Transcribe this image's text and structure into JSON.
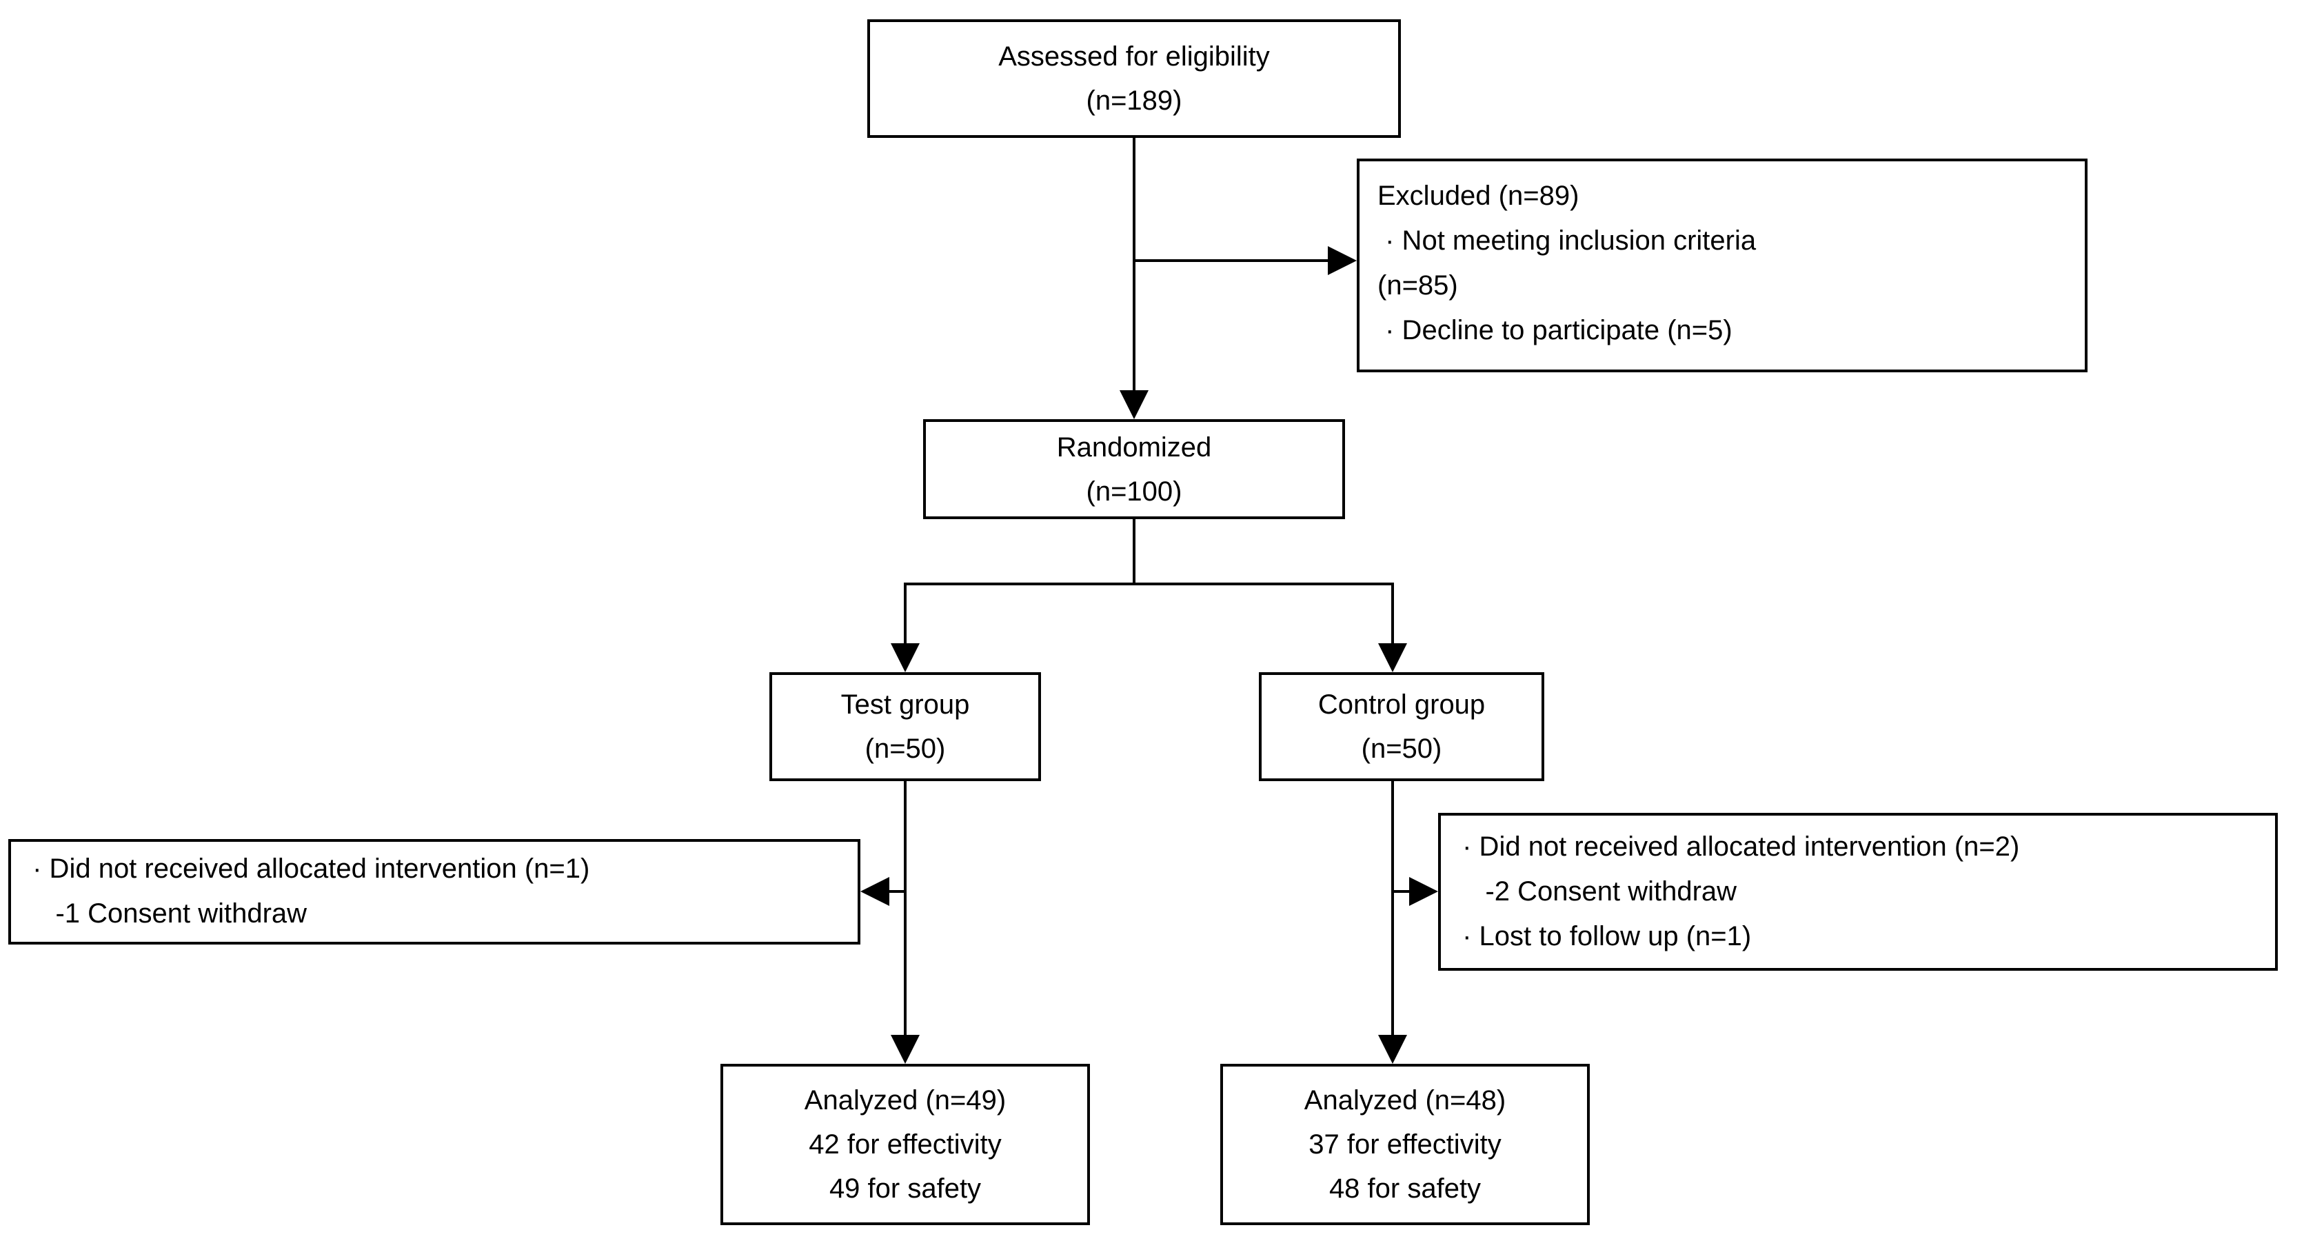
{
  "diagram": {
    "kind": "consort-flow-chart",
    "colors": {
      "box_border": "#000000",
      "box_fill": "#ffffff",
      "arrow": "#000000",
      "text": "#000000",
      "background": "#ffffff"
    },
    "boxes": {
      "assessed": {
        "lines": [
          "Assessed for eligibility",
          "(n=189)"
        ]
      },
      "excluded": {
        "lines": [
          "Excluded (n=89)",
          " · Not meeting inclusion criteria",
          "(n=85)",
          " · Decline to participate (n=5)"
        ]
      },
      "randomized": {
        "lines": [
          "Randomized",
          "(n=100)"
        ]
      },
      "test_group": {
        "lines": [
          "Test group",
          "(n=50)"
        ]
      },
      "control_group": {
        "lines": [
          "Control group",
          "(n=50)"
        ]
      },
      "test_exclusions": {
        "lines": [
          " · Did not received allocated intervention (n=1)",
          "    -1 Consent withdraw"
        ]
      },
      "control_exclusions": {
        "lines": [
          " · Did not received allocated intervention (n=2)",
          "    -2 Consent withdraw",
          " · Lost to follow up (n=1)"
        ]
      },
      "analyzed_test": {
        "lines": [
          "Analyzed (n=49)",
          "42 for effectivity",
          "49 for safety"
        ]
      },
      "analyzed_control": {
        "lines": [
          "Analyzed (n=48)",
          "37 for effectivity",
          "48 for safety"
        ]
      }
    },
    "edges": [
      {
        "from": "assessed",
        "to": "randomized"
      },
      {
        "from": "assessed",
        "to": "excluded"
      },
      {
        "from": "randomized",
        "to": "test_group"
      },
      {
        "from": "randomized",
        "to": "control_group"
      },
      {
        "from": "test_group",
        "to": "test_exclusions"
      },
      {
        "from": "test_group",
        "to": "analyzed_test"
      },
      {
        "from": "control_group",
        "to": "control_exclusions"
      },
      {
        "from": "control_group",
        "to": "analyzed_control"
      }
    ]
  }
}
